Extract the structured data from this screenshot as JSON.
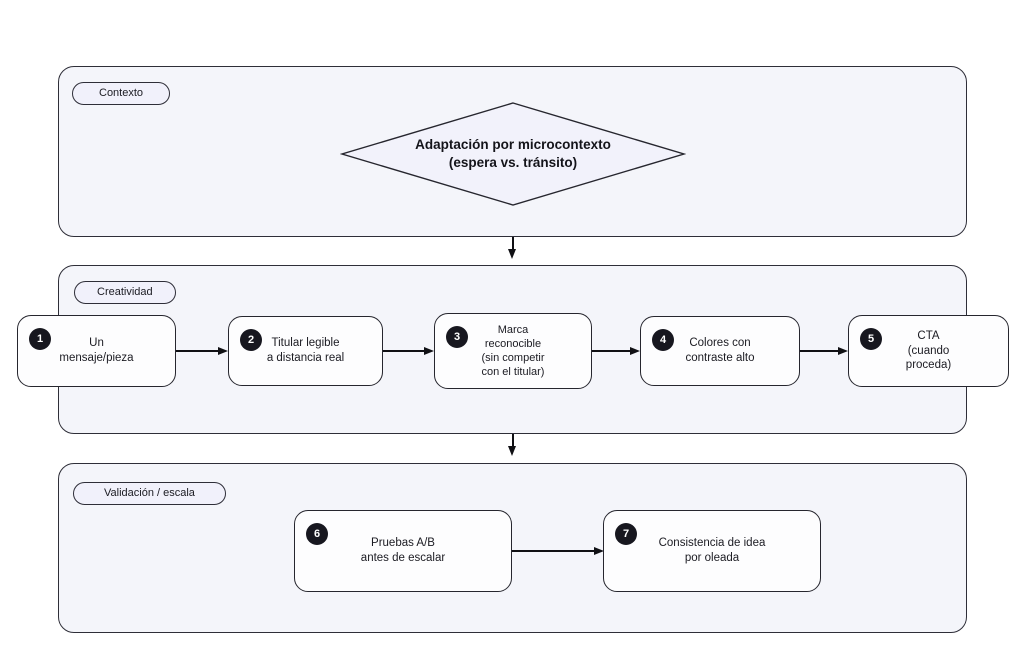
{
  "diagram": {
    "sections": [
      {
        "label": "Contexto"
      },
      {
        "label": "Creatividad"
      },
      {
        "label": "Validación / escala"
      }
    ],
    "decision": {
      "lines": [
        "Adaptación por microcontexto",
        "(espera vs. tránsito)"
      ]
    },
    "nodes": [
      {
        "num": "1",
        "lines": [
          "Un",
          "mensaje/pieza"
        ]
      },
      {
        "num": "2",
        "lines": [
          "Titular legible",
          "a distancia real"
        ]
      },
      {
        "num": "3",
        "lines": [
          "Marca",
          "reconocible",
          "(sin competir",
          "con el titular)"
        ]
      },
      {
        "num": "4",
        "lines": [
          "Colores con",
          "contraste alto"
        ]
      },
      {
        "num": "5",
        "lines": [
          "CTA",
          "(cuando",
          "proceda)"
        ]
      },
      {
        "num": "6",
        "lines": [
          "Pruebas A/B",
          "antes de escalar"
        ]
      },
      {
        "num": "7",
        "lines": [
          "Consistencia de idea",
          "por oleada"
        ]
      }
    ],
    "colors": {
      "page_background": "#ffffff",
      "section_fill": "#f4f5fa",
      "section_border": "#2e2e38",
      "pill_fill": "#f1f1fb",
      "node_fill": "#fdfdfe",
      "node_border": "#26262e",
      "diamond_fill": "#f2f2fb",
      "badge_fill": "#17171f",
      "text": "#1b1b22",
      "arrow": "#101014"
    }
  }
}
